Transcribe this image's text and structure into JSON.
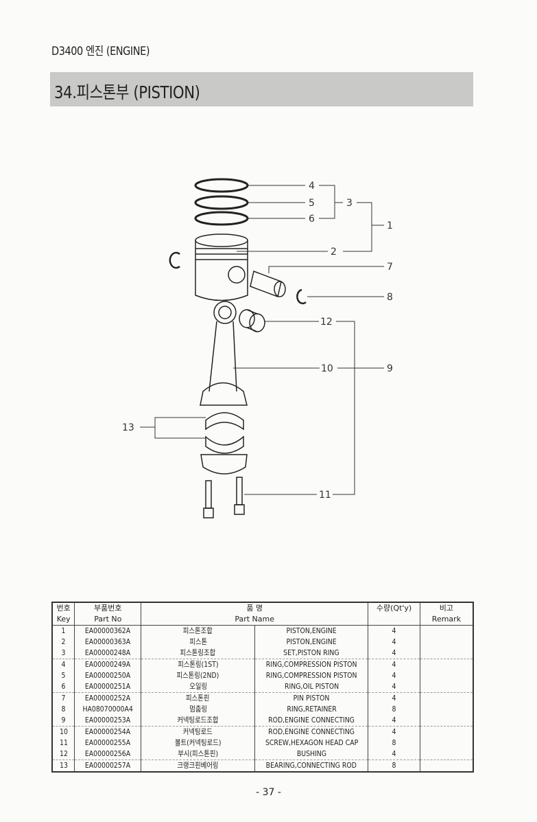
{
  "header": {
    "doc_title": "D3400 엔진 (ENGINE)"
  },
  "section": {
    "title": "34.피스톤부 (PISTION)"
  },
  "diagram": {
    "callouts": {
      "c1": "1",
      "c2": "2",
      "c3": "3",
      "c4": "4",
      "c5": "5",
      "c6": "6",
      "c7": "7",
      "c8": "8",
      "c9": "9",
      "c10": "10",
      "c11": "11",
      "c12": "12",
      "c13": "13"
    }
  },
  "table": {
    "headers": {
      "key_ko": "번호",
      "key_en": "Key",
      "partno_ko": "부품번호",
      "partno_en": "Part No",
      "name_ko": "품 명",
      "name_en": "Part Name",
      "qty": "수량(Qt'y)",
      "remark_ko": "비고",
      "remark_en": "Remark"
    },
    "rows": [
      {
        "key": "1",
        "part_no": "EA00000362A",
        "name_ko": "피스톤조합",
        "name_en": "PISTON,ENGINE",
        "qty": "4",
        "remark": ""
      },
      {
        "key": "2",
        "part_no": "EA00000363A",
        "name_ko": "피스톤",
        "name_en": "PISTON,ENGINE",
        "qty": "4",
        "remark": ""
      },
      {
        "key": "3",
        "part_no": "EA00000248A",
        "name_ko": "피스톤링조합",
        "name_en": "SET,PISTON RING",
        "qty": "4",
        "remark": ""
      },
      {
        "key": "4",
        "part_no": "EA00000249A",
        "name_ko": "피스톤링(1ST)",
        "name_en": "RING,COMPRESSION PISTON",
        "qty": "4",
        "remark": ""
      },
      {
        "key": "5",
        "part_no": "EA00000250A",
        "name_ko": "피스톤링(2ND)",
        "name_en": "RING,COMPRESSION PISTON",
        "qty": "4",
        "remark": ""
      },
      {
        "key": "6",
        "part_no": "EA00000251A",
        "name_ko": "오일링",
        "name_en": "RING,OIL PISTON",
        "qty": "4",
        "remark": ""
      },
      {
        "key": "7",
        "part_no": "EA00000252A",
        "name_ko": "피스톤핀",
        "name_en": "PIN PISTON",
        "qty": "4",
        "remark": ""
      },
      {
        "key": "8",
        "part_no": "HA08070000A4",
        "name_ko": "멈춤링",
        "name_en": "RING,RETAINER",
        "qty": "8",
        "remark": ""
      },
      {
        "key": "9",
        "part_no": "EA00000253A",
        "name_ko": "커넥팅로드조합",
        "name_en": "ROD,ENGINE CONNECTING",
        "qty": "4",
        "remark": ""
      },
      {
        "key": "10",
        "part_no": "EA00000254A",
        "name_ko": "커넥팅로드",
        "name_en": "ROD,ENGINE CONNECTING",
        "qty": "4",
        "remark": ""
      },
      {
        "key": "11",
        "part_no": "EA00000255A",
        "name_ko": "볼트(커넥팅로드)",
        "name_en": "SCREW,HEXAGON HEAD CAP",
        "qty": "8",
        "remark": ""
      },
      {
        "key": "12",
        "part_no": "EA00000256A",
        "name_ko": "부시(피스톤핀)",
        "name_en": "BUSHING",
        "qty": "4",
        "remark": ""
      },
      {
        "key": "13",
        "part_no": "EA00000257A",
        "name_ko": "크랭크핀베어링",
        "name_en": "BEARING,CONNECTING ROD",
        "qty": "8",
        "remark": ""
      }
    ]
  },
  "footer": {
    "page_number": "- 37 -"
  }
}
